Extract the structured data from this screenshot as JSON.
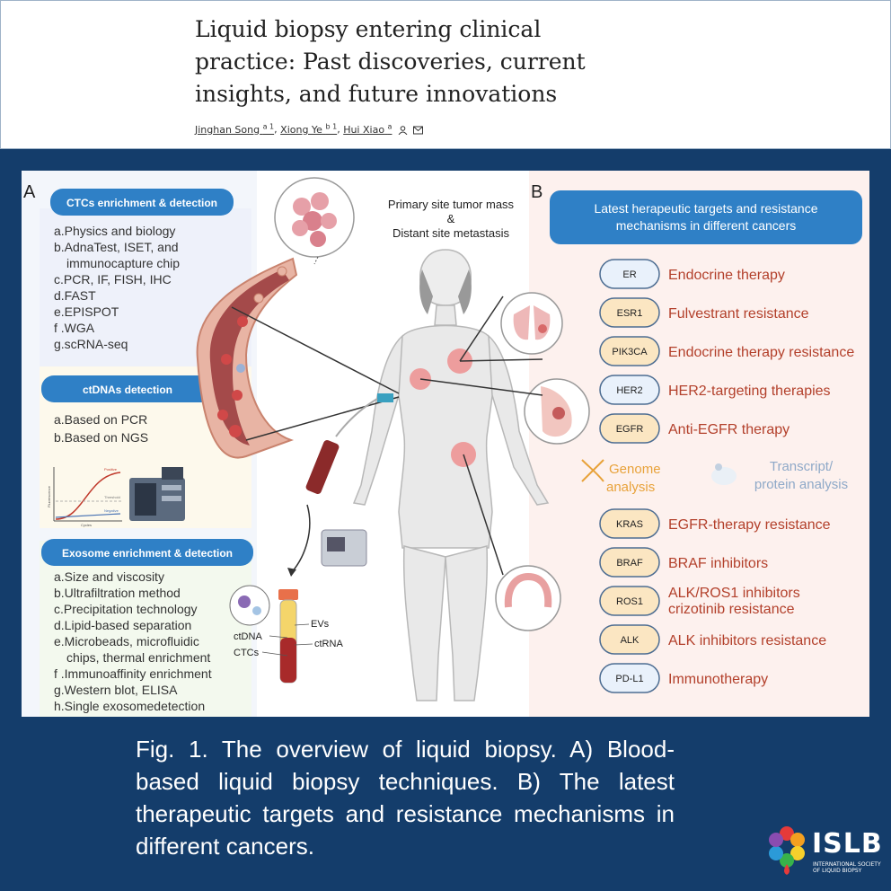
{
  "paper": {
    "title": "Liquid biopsy entering clinical practice: Past discoveries, current insights, and future innovations",
    "authors": [
      {
        "name": "Jinghan Song",
        "aff": "a 1"
      },
      {
        "name": "Xiong Ye",
        "aff": "b 1"
      },
      {
        "name": "Hui Xiao",
        "aff": "a"
      }
    ],
    "author_icons": [
      "person-icon",
      "envelope-icon"
    ]
  },
  "figure": {
    "panel_a": {
      "letter": "A",
      "ctc": {
        "heading": "CTCs enrichment & detection",
        "items": [
          "a.Physics and biology",
          "b.AdnaTest, ISET, and",
          "immunocapture chip",
          "c.PCR, IF, FISH, IHC",
          "d.FAST",
          "e.EPISPOT",
          "f .WGA",
          "g.scRNA-seq"
        ]
      },
      "ctdna": {
        "heading": "ctDNAs detection",
        "items": [
          "a.Based on PCR",
          "b.Based on NGS"
        ],
        "graph_labels": {
          "positive": "Positive",
          "threshold": "Threshold",
          "negative": "Negative",
          "xlabel": "Cycles",
          "ylabel": "Fluorescence"
        }
      },
      "exosome": {
        "heading": "Exosome enrichment & detection",
        "items": [
          "a.Size and viscosity",
          "b.Ultrafiltration method",
          "c.Precipitation technology",
          "d.Lipid-based separation",
          "e.Microbeads, microfluidic",
          "chips, thermal enrichment",
          "f .Immunoaffinity enrichment",
          "g.Western blot, ELISA",
          "h.Single exosomedetection"
        ]
      },
      "tube_labels": {
        "evs": "EVs",
        "ctdna": "ctDNA",
        "ctrna": "ctRNA",
        "ctcs": "CTCs"
      }
    },
    "center": {
      "title_line1": "Primary site tumor mass",
      "title_line2": "&",
      "title_line3": "Distant site metastasis"
    },
    "panel_b": {
      "letter": "B",
      "heading_line1": "Latest herapeutic targets and resistance",
      "heading_line2": "mechanisms in different cancers",
      "targets_top": [
        {
          "tag": "ER",
          "label": "Endocrine therapy"
        },
        {
          "tag": "ESR1",
          "label": "Fulvestrant resistance"
        },
        {
          "tag": "PIK3CA",
          "label": "Endocrine therapy resistance"
        },
        {
          "tag": "HER2",
          "label": "HER2-targeting therapies"
        },
        {
          "tag": "EGFR",
          "label": "Anti-EGFR therapy"
        }
      ],
      "genome_line1": "Genome",
      "genome_line2": "analysis",
      "transcript_line1": "Transcript/",
      "transcript_line2": "protein analysis",
      "targets_bottom": [
        {
          "tag": "KRAS",
          "label": "EGFR-therapy resistance"
        },
        {
          "tag": "BRAF",
          "label": "BRAF inhibitors"
        },
        {
          "tag": "ROS1",
          "label": "ALK/ROS1 inhibitors",
          "label2": "crizotinib resistance"
        },
        {
          "tag": "ALK",
          "label": "ALK inhibitors resistance"
        },
        {
          "tag": "PD-L1",
          "label": "Immunotherapy"
        }
      ]
    }
  },
  "caption": "Fig. 1. The overview of liquid biopsy. A) Blood-based liquid biopsy techniques. B) The latest therapeutic targets and resistance mechanisms in different cancers.",
  "logo": {
    "word": "ISLB",
    "sub_line1": "INTERNATIONAL SOCIETY",
    "sub_line2": "OF LIQUID BIOPSY"
  },
  "colors": {
    "background": "#143d6b",
    "box_blue": "#2f80c6",
    "target_text": "#b3402b",
    "genome_text": "#e8a23a",
    "transcript_text": "#8fa9c8"
  }
}
